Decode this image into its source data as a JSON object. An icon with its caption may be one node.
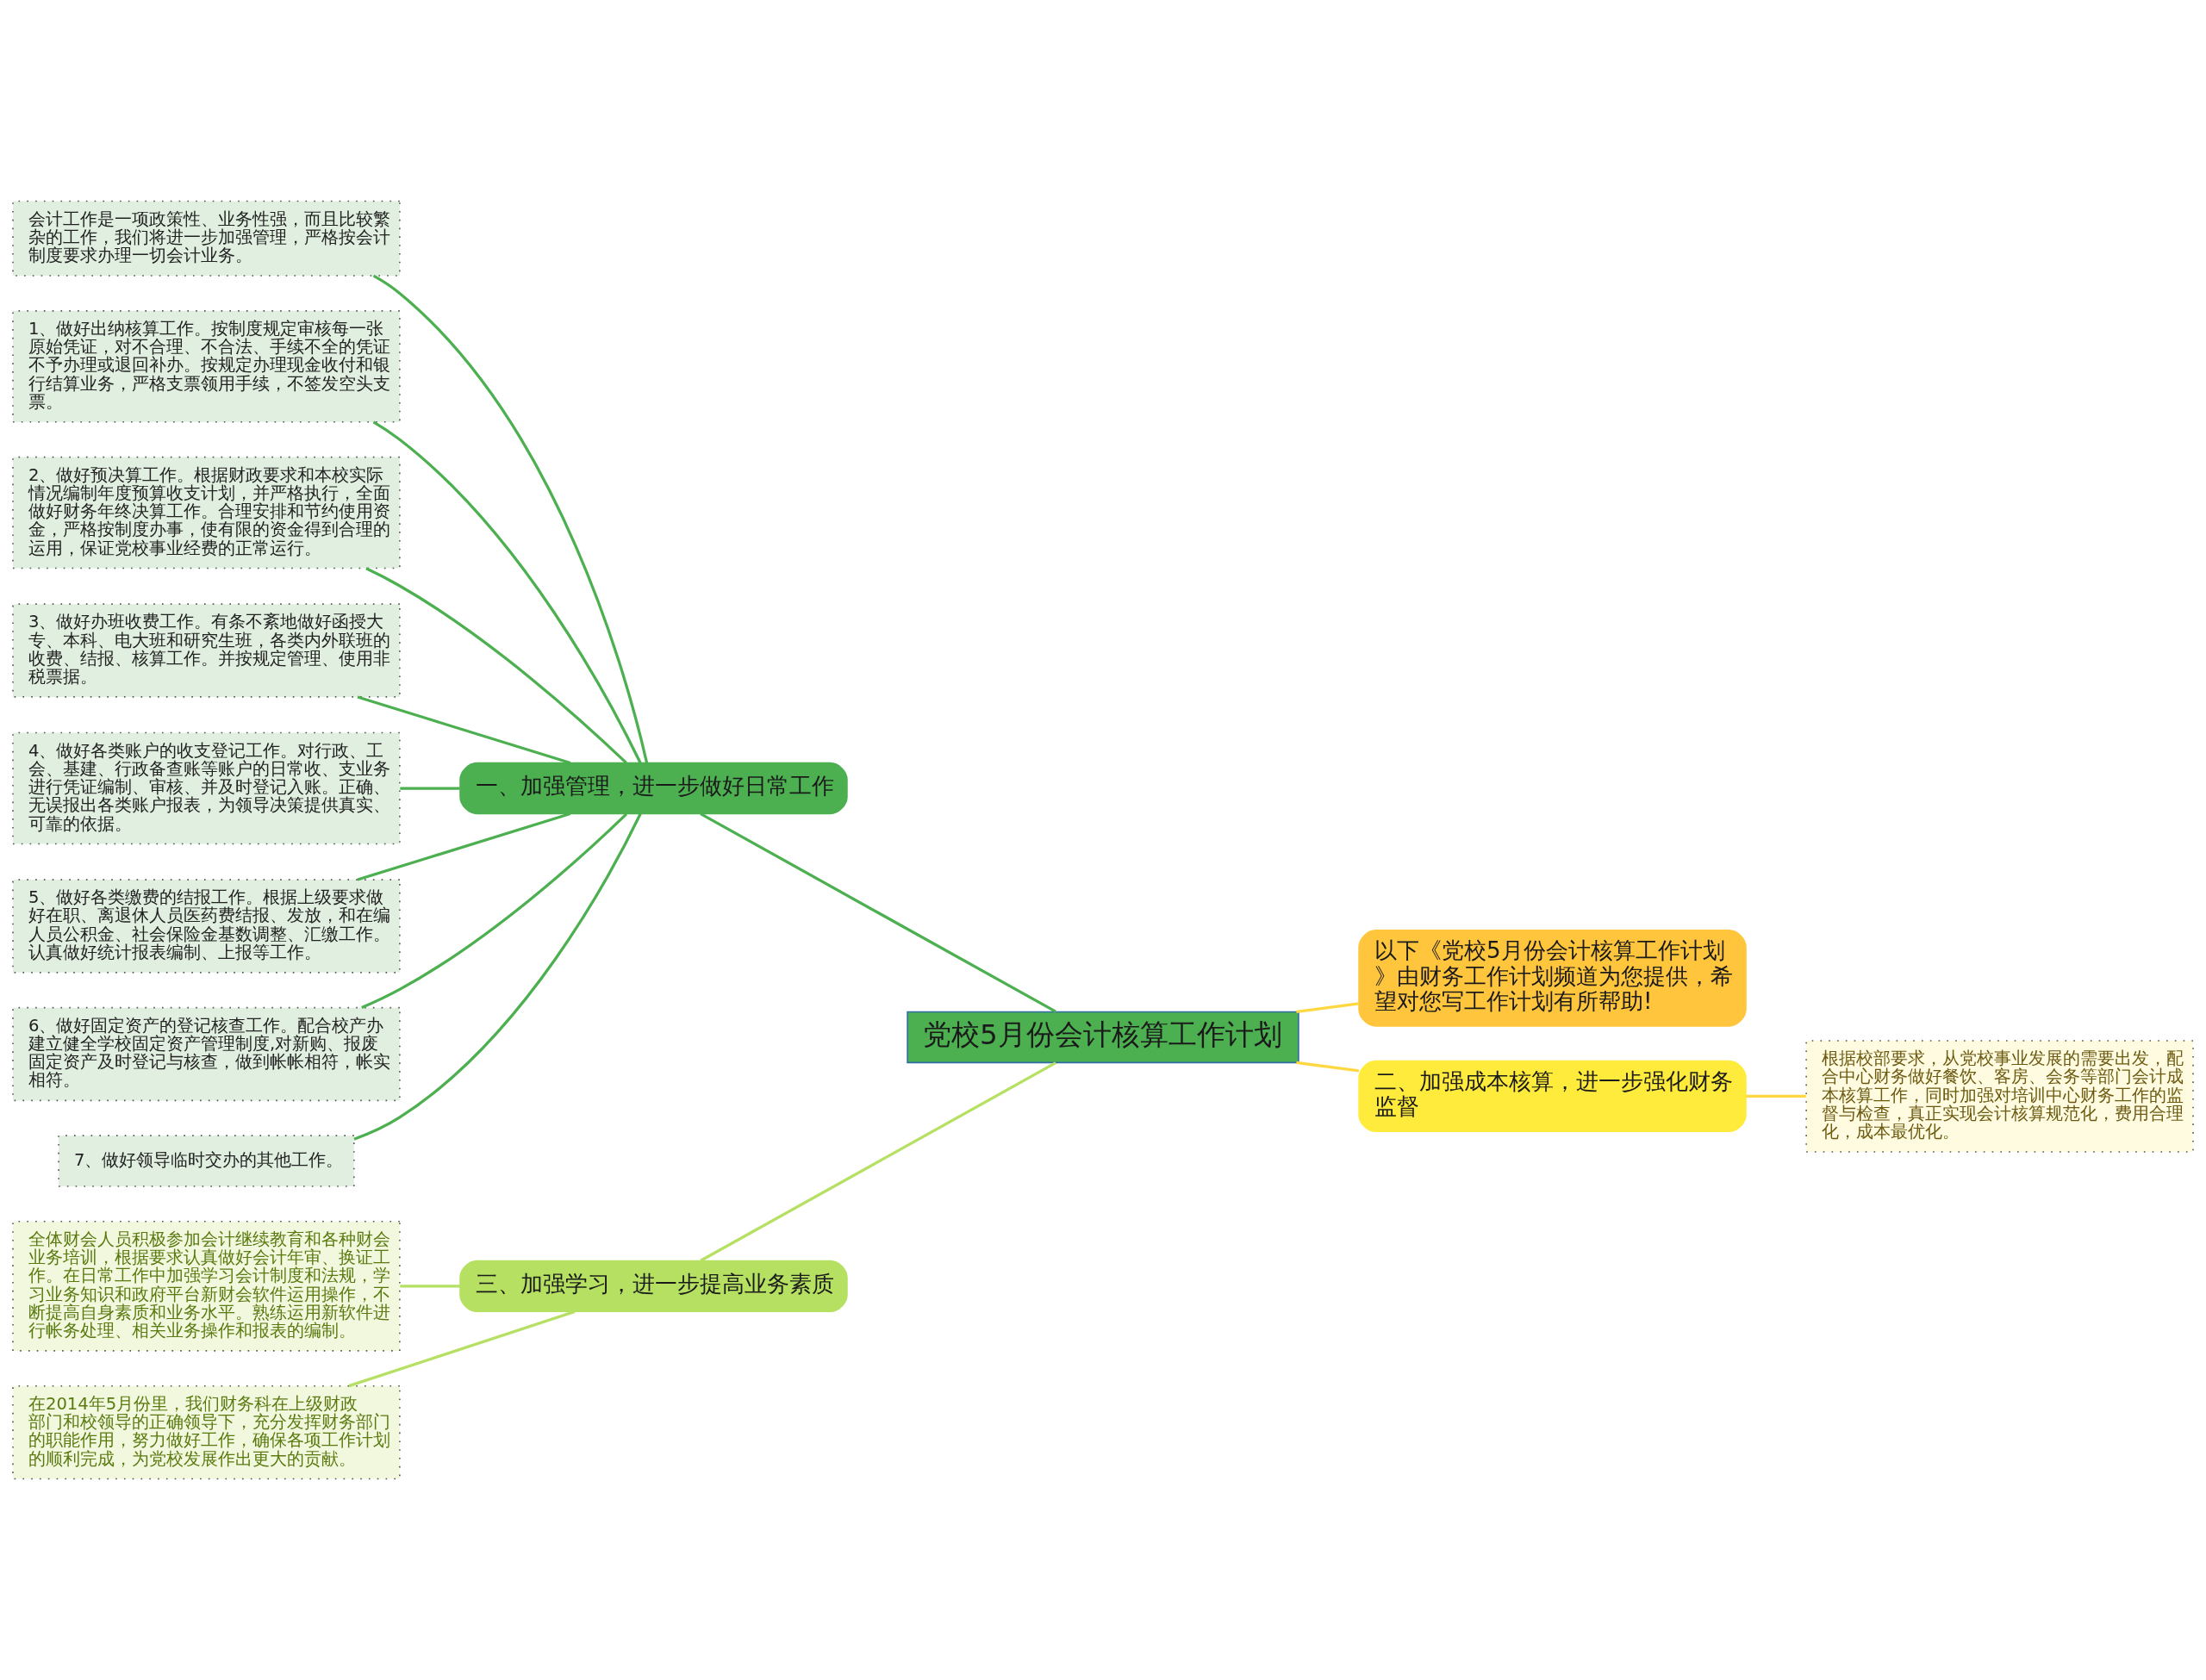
{
  "diagram": {
    "nodes": [
      {
        "text": [
          "党校5月份会计核算工作计划"
        ]
      },
      {
        "text": [
          "一、加强管理，进一步做好日常工作"
        ]
      },
      {
        "text": [
          "会计工作是一项政策性、业务性强，而且比较繁杂的工作，我们将进一步加强管理，严格按会计制度要求办理一切会计业务。"
        ]
      },
      {
        "text": [
          "1、做好出纳核算工作。按制度规定审核每一张原始凭证，对不合理、不合法、手续不全的凭证不予办理或退回补办。按规定办理现金收付和银行结算业务，严格支票领用手续，不签发空头支票。"
        ]
      },
      {
        "text": [
          "2、做好预决算工作。根据财政要求和本校实际情况编制年度预算收支计划，并严格执行，全面做好财务年终决算工作。合理安排和节约使用资金，严格按制度办事，使有限的资金得到合理的运用，保证党校事业经费的正常运行。"
        ]
      },
      {
        "text": [
          "3、做好办班收费工作。有条不紊地做好函授大专、本科、电大班和研究生班，各类内外联班的收费、结报、核算工作。并按规定管理、使用非税票据。"
        ]
      },
      {
        "text": [
          "4、做好各类账户的收支登记工作。对行政、工会、基建、行政备查账等账户的日常收、支业务进行凭证编制、审核、并及时登记入账。正确、无误报出各类账户报表，为领导决策提供真实、可靠的依据。"
        ]
      },
      {
        "text": [
          "5、做好各类缴费的结报工作。根据上级要求做好在职、离退休人员医药费结报、发放，和在编人员公积金、社会保险金基数调整、汇缴工作。认真做好统计报表编制、上报等工作。"
        ]
      },
      {
        "text": [
          "6、做好固定资产的登记核查工作。配合校产办建立健全学校固定资产管理制度,对新购、报废固定资产及时登记与核查，做到帐帐相符，帐实相符。"
        ]
      },
      {
        "text": [
          "7、做好领导临时交办的其他工作。"
        ]
      },
      {
        "text": [
          "三、加强学习，进一步提高业务素质"
        ]
      },
      {
        "text": [
          "全体财会人员积极参加会计继续教育和各种财会业务培训，根据要求认真做好会计年审、换证工作。在日常工作中加强学习会计制度和法规，学习业务知识和政府平台新财会软件运用操作，不断提高自身素质和业务水平。熟练运用新软件进行帐务处理、相关业务操作和报表的编制。"
        ]
      },
      {
        "text": [
          "在2014年5月份里，我们财务科在上级财政部门和校领导的正确领导下，充分发挥财务部门的职能作用，努力做好工作，确保各项工作计划的顺利完成，为党校发展作出更大的贡献。"
        ]
      },
      {
        "text": [
          "以下《党校5月份会计核算工作计划》由财务工作计划频道为您提供，希望对您写工作计划有所帮助!"
        ]
      },
      {
        "text": [
          "二、加强成本核算，进一步强化财务监督"
        ]
      },
      {
        "text": [
          "根据校部要求，从党校事业发展的需要出发，配合中心财务做好餐饮、客房、会务等部门会计成本核算工作，同时加强对培训中心财务工作的监督与检查，真正实现会计核算规范化，费用合理化，成本最优化。"
        ]
      }
    ],
    "edges": [
      {
        "from": 0,
        "to": 1,
        "arrow": "none"
      },
      {
        "from": 1,
        "to": 2,
        "arrow": "none"
      },
      {
        "from": 1,
        "to": 3,
        "arrow": "none"
      },
      {
        "from": 1,
        "to": 4,
        "arrow": "none"
      },
      {
        "from": 1,
        "to": 5,
        "arrow": "none"
      },
      {
        "from": 1,
        "to": 6,
        "arrow": "none"
      },
      {
        "from": 1,
        "to": 7,
        "arrow": "none"
      },
      {
        "from": 1,
        "to": 8,
        "arrow": "none"
      },
      {
        "from": 1,
        "to": 9,
        "arrow": "none"
      },
      {
        "from": 0,
        "to": 10,
        "arrow": "none",
        "color": "#b5e061"
      },
      {
        "from": 10,
        "to": 11,
        "arrow": "none",
        "color": "#b5e061"
      },
      {
        "from": 10,
        "to": 12,
        "arrow": "none",
        "color": "#b5e061"
      },
      {
        "from": 0,
        "to": 13,
        "arrow": "none",
        "color": "#ffd740"
      },
      {
        "from": 0,
        "to": 14,
        "arrow": "none",
        "color": "#ffd740"
      },
      {
        "from": 14,
        "to": 15,
        "arrow": "none",
        "color": "#ffd740"
      }
    ]
  }
}
